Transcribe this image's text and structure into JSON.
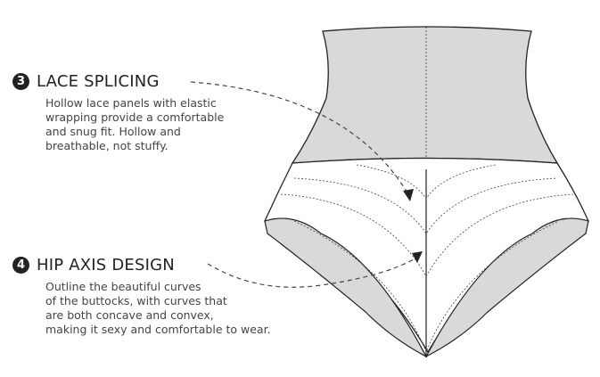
{
  "features": [
    {
      "number": "3",
      "title": "LACE SPLICING",
      "description": "Hollow lace panels with elastic\nwrapping provide a comfortable\nand snug fit. Hollow and\nbreathable, not stuffy."
    },
    {
      "number": "4",
      "title": "HIP AXIS DESIGN",
      "description": "Outline the beautiful curves\nof the buttocks, with curves that\nare both concave and convex,\nmaking it sexy and comfortable to wear."
    }
  ],
  "colors": {
    "fabric": "#d9d9d9",
    "outline": "#222222",
    "text": "#444444"
  }
}
